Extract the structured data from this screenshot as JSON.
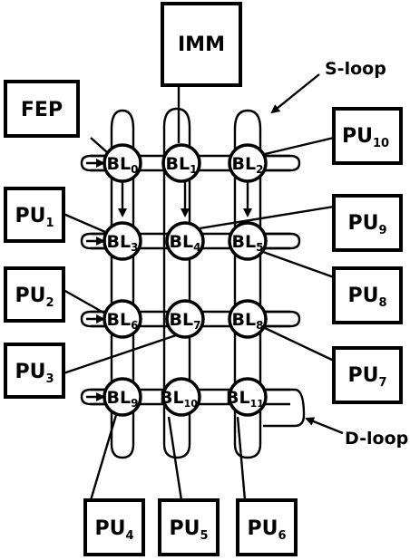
{
  "boxes": {
    "imm": "IMM",
    "fep": "FEP",
    "pu1": {
      "base": "PU",
      "sub": "1"
    },
    "pu2": {
      "base": "PU",
      "sub": "2"
    },
    "pu3": {
      "base": "PU",
      "sub": "3"
    },
    "pu4": {
      "base": "PU",
      "sub": "4"
    },
    "pu5": {
      "base": "PU",
      "sub": "5"
    },
    "pu6": {
      "base": "PU",
      "sub": "6"
    },
    "pu7": {
      "base": "PU",
      "sub": "7"
    },
    "pu8": {
      "base": "PU",
      "sub": "8"
    },
    "pu9": {
      "base": "PU",
      "sub": "9"
    },
    "pu10": {
      "base": "PU",
      "sub": "10"
    }
  },
  "nodes": {
    "bl0": {
      "base": "BL",
      "sub": "0"
    },
    "bl1": {
      "base": "BL",
      "sub": "1"
    },
    "bl2": {
      "base": "BL",
      "sub": "2"
    },
    "bl3": {
      "base": "BL",
      "sub": "3"
    },
    "bl4": {
      "base": "BL",
      "sub": "4"
    },
    "bl5": {
      "base": "BL",
      "sub": "5"
    },
    "bl6": {
      "base": "BL",
      "sub": "6"
    },
    "bl7": {
      "base": "BL",
      "sub": "7"
    },
    "bl8": {
      "base": "BL",
      "sub": "8"
    },
    "bl9": {
      "base": "BL",
      "sub": "9"
    },
    "bl10": {
      "base": "BL",
      "sub": "10"
    },
    "bl11": {
      "base": "BL",
      "sub": "11"
    }
  },
  "labels": {
    "s_loop": "S-loop",
    "d_loop": "D-loop"
  }
}
